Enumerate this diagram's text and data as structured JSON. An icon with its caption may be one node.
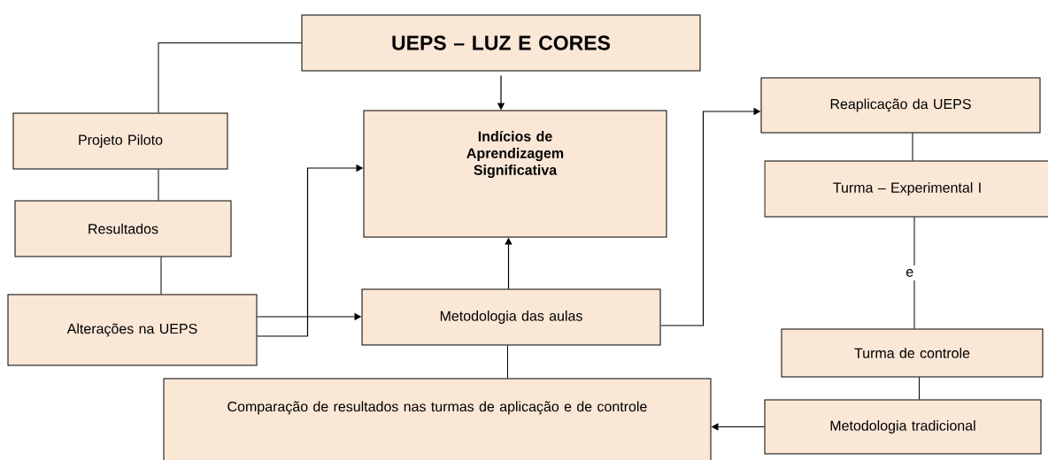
{
  "diagram": {
    "nodes": [
      {
        "text": [
          "UEPS – LUZ E CORES"
        ]
      },
      {
        "text": [
          "Projeto Piloto"
        ]
      },
      {
        "text": [
          "Resultados"
        ]
      },
      {
        "text": [
          "Alterações na UEPS"
        ]
      },
      {
        "text": [
          "Indícios de Aprendizagem Significativa"
        ]
      },
      {
        "text": [
          "Metodologia das aulas"
        ]
      },
      {
        "text": [
          "Comparação de resultados nas turmas de aplicação e de controle"
        ]
      },
      {
        "text": [
          "Reaplicação da UEPS"
        ]
      },
      {
        "text": [
          "Turma – Experimental I"
        ]
      },
      {
        "text": [
          "Turma de controle"
        ]
      },
      {
        "text": [
          "Metodologia tradicional"
        ]
      }
    ],
    "edges": [
      {
        "from": 0,
        "to": 1,
        "arrow": "none"
      },
      {
        "from": 0,
        "to": 4,
        "arrow": "to"
      },
      {
        "from": 1,
        "to": 2,
        "arrow": "none"
      },
      {
        "from": 2,
        "to": 3,
        "arrow": "none"
      },
      {
        "from": 3,
        "to": 4,
        "arrow": "to"
      },
      {
        "from": 3,
        "to": 5,
        "arrow": "to"
      },
      {
        "from": 5,
        "to": 4,
        "arrow": "to"
      },
      {
        "from": 5,
        "to": 7,
        "arrow": "to"
      },
      {
        "from": 5,
        "to": 6,
        "arrow": "none"
      },
      {
        "from": 7,
        "to": 8,
        "arrow": "none"
      },
      {
        "from": 8,
        "to": 9,
        "arrow": "none",
        "label": "e"
      },
      {
        "from": 9,
        "to": 10,
        "arrow": "none"
      },
      {
        "from": 10,
        "to": 6,
        "arrow": "to"
      }
    ]
  }
}
